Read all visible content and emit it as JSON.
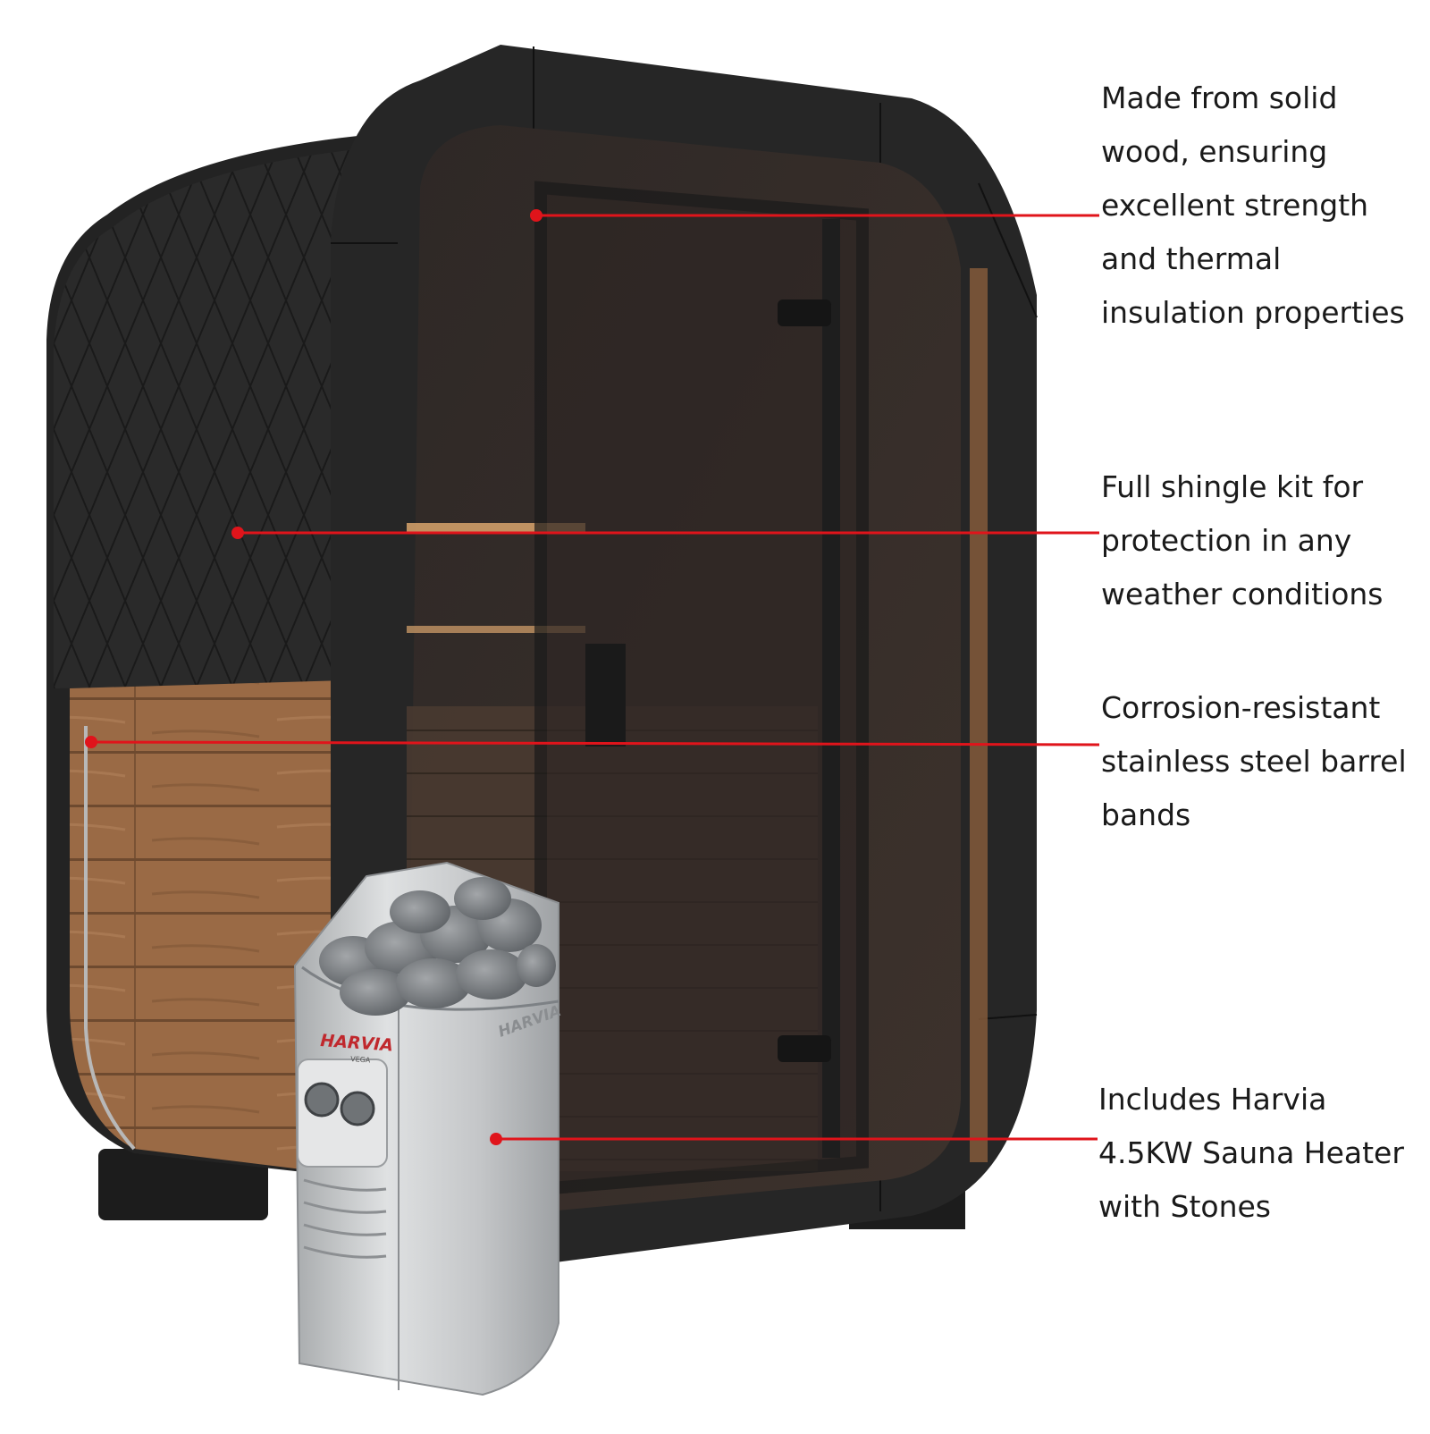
{
  "colors": {
    "background": "#ffffff",
    "sauna_frame": "#262626",
    "shingles": "#2b2b2b",
    "wood": "#9a6a45",
    "interior": "#3a2f2a",
    "heater_steel": "#c7c9cb",
    "stones": "#7d8185",
    "callout_line": "#e0141b",
    "text": "#1a1a1a"
  },
  "heater": {
    "brand_front": "HARVIA",
    "model": "VEGA",
    "brand_side": "HARVIA"
  },
  "callouts": [
    {
      "lines": [
        "Made from solid",
        "wood, ensuring",
        "excellent strength",
        "and thermal",
        "insulation properties"
      ]
    },
    {
      "lines": [
        "Full shingle kit for",
        "protection in any",
        "weather conditions"
      ]
    },
    {
      "lines": [
        "Corrosion-resistant",
        "stainless steel barrel",
        "bands"
      ]
    },
    {
      "lines": [
        "Includes Harvia",
        "4.5KW Sauna Heater",
        "with Stones"
      ]
    }
  ]
}
